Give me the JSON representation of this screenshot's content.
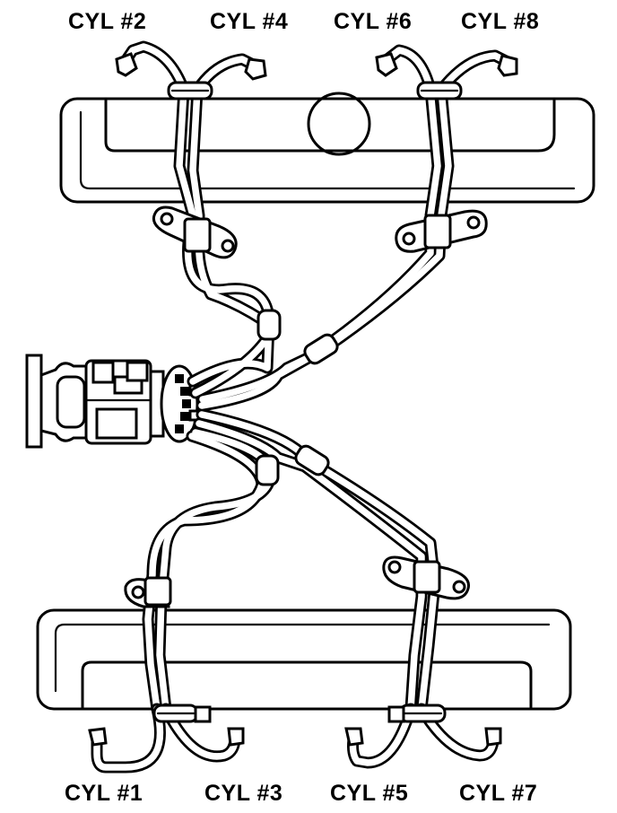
{
  "labels": {
    "cyl2": "CYL #2",
    "cyl4": "CYL #4",
    "cyl6": "CYL #6",
    "cyl8": "CYL #8",
    "cyl1": "CYL #1",
    "cyl3": "CYL #3",
    "cyl5": "CYL #5",
    "cyl7": "CYL #7"
  },
  "colors": {
    "line": "#000000",
    "background": "#ffffff"
  }
}
